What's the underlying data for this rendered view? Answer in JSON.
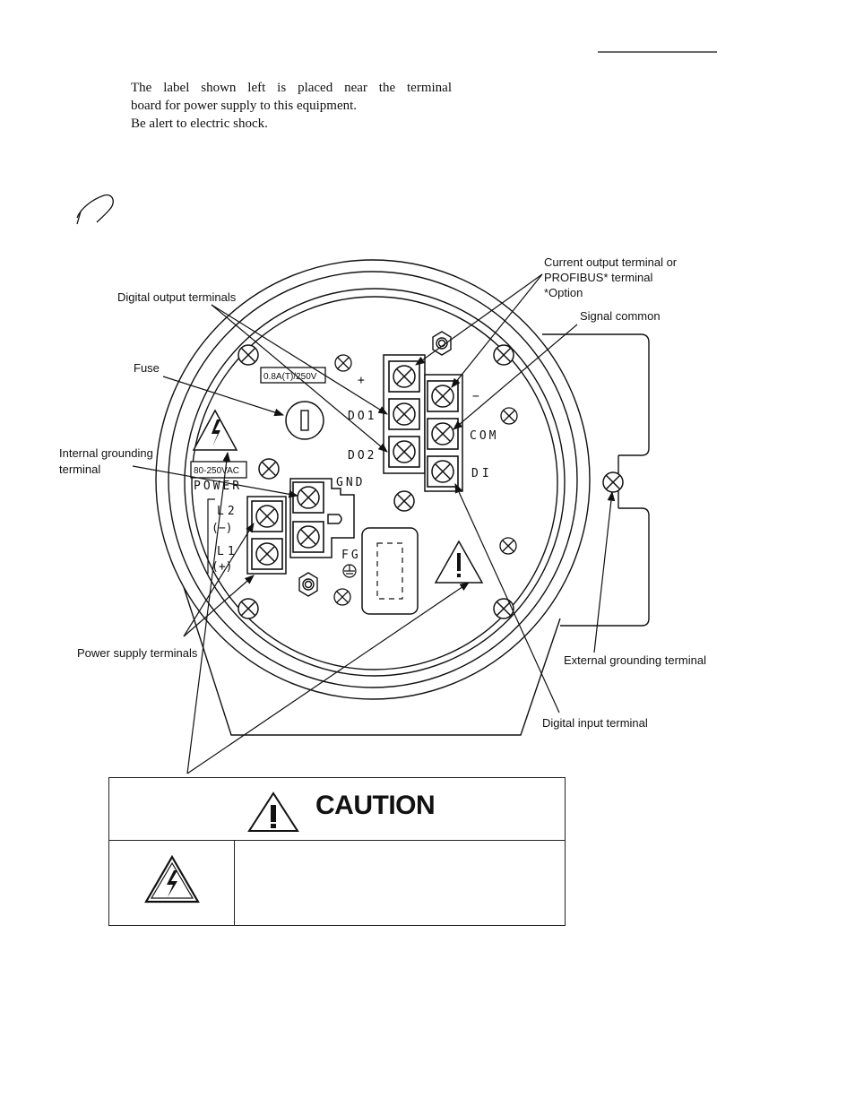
{
  "callouts": {
    "current_output": [
      "Current output terminal or",
      "PROFIBUS* terminal",
      "*Option"
    ],
    "digital_output": "Digital output terminals",
    "signal_common": "Signal common",
    "fuse": "Fuse",
    "internal_ground": [
      "Internal grounding",
      "terminal"
    ],
    "power_supply": "Power supply terminals",
    "external_ground": "External grounding terminal",
    "digital_input": "Digital input terminal"
  },
  "board_labels": {
    "fuse_rating": "0.8A(T)/250V",
    "plus": "+",
    "do1": "DO1",
    "do2": "DO2",
    "minus": "−",
    "com": "COM",
    "di": "DI",
    "voltage": "80-250VAC",
    "power": "POWER",
    "gnd": "GND",
    "l2": "L2",
    "l2_sign": "(−)",
    "l1": "L1",
    "l1_sign": "(+)",
    "fg": "FG"
  },
  "caution": {
    "title": "CAUTION",
    "lines": [
      "The label shown left is placed near the terminal",
      "board for power supply to this equipment.",
      "Be alert to electric shock."
    ]
  },
  "icons": [
    "caution-triangle-icon",
    "electric-shock-icon",
    "ground-symbol-icon",
    "screw-icon"
  ]
}
